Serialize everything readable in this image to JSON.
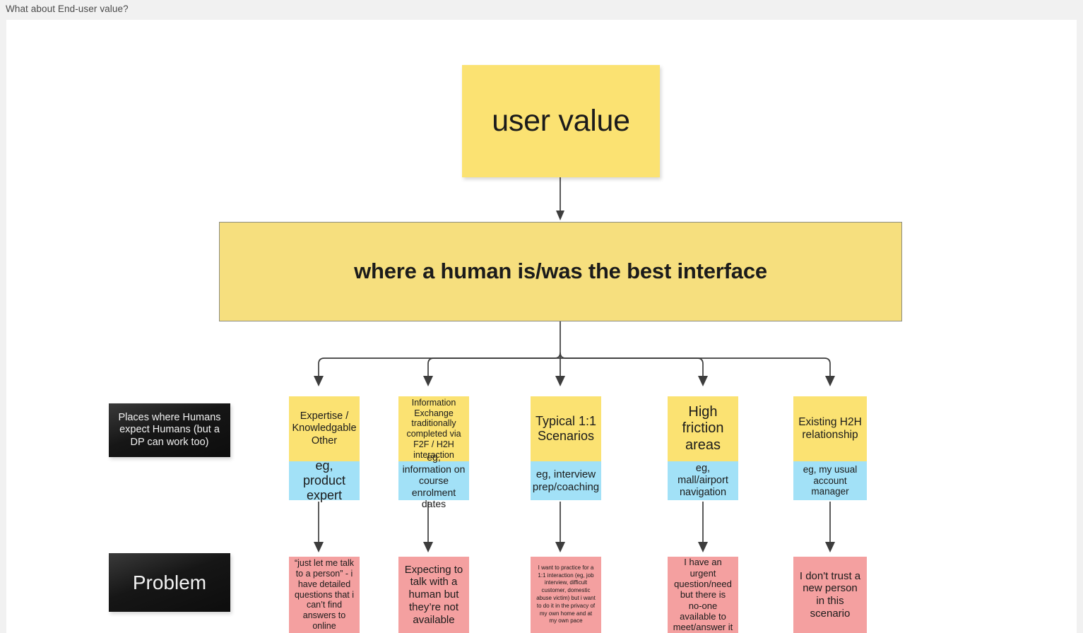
{
  "window": {
    "tab_title": "What about End-user value?"
  },
  "diagram": {
    "root": {
      "label": "user value",
      "color": "#fbe272"
    },
    "subroot": {
      "label": "where a human is/was the best interface",
      "color": "#f6df7e",
      "border_color": "#8d8d81"
    },
    "row_labels": [
      {
        "label": "Places where Humans expect Humans (but a DP can work too)",
        "color": "#121212"
      },
      {
        "label": "Problem",
        "color": "#121212"
      }
    ],
    "colors": {
      "category": "#fbe272",
      "example": "#a2e1f7",
      "problem": "#f4a0a0",
      "label": "#121212",
      "connector": "#3d3d3d"
    },
    "columns": [
      {
        "category": "Expertise / Knowledgable Other",
        "example": "eg, product expert",
        "problem": "“just let me talk to a person” - i have detailed questions that i can’t find answers to online"
      },
      {
        "category": "Information Exchange traditionally completed via F2F / H2H interaction",
        "example": "eg, information on course enrolment dates",
        "problem": "Expecting to talk with a human but they’re not available"
      },
      {
        "category": "Typical 1:1 Scenarios",
        "example": "eg, interview prep/coaching",
        "problem": "I want to practice for a 1:1 interaction (eg, job interview, difficult customer, domestic abuse victim) but i want to do it in the privacy of my own home and at my own pace"
      },
      {
        "category": "High friction areas",
        "example": "eg, mall/airport navigation",
        "problem": "I have an urgent question/need but there is no-one available to meet/answer it"
      },
      {
        "category": "Existing H2H relationship",
        "example": "eg, my usual account manager",
        "problem": "I don't trust a new person in this scenario"
      }
    ]
  }
}
